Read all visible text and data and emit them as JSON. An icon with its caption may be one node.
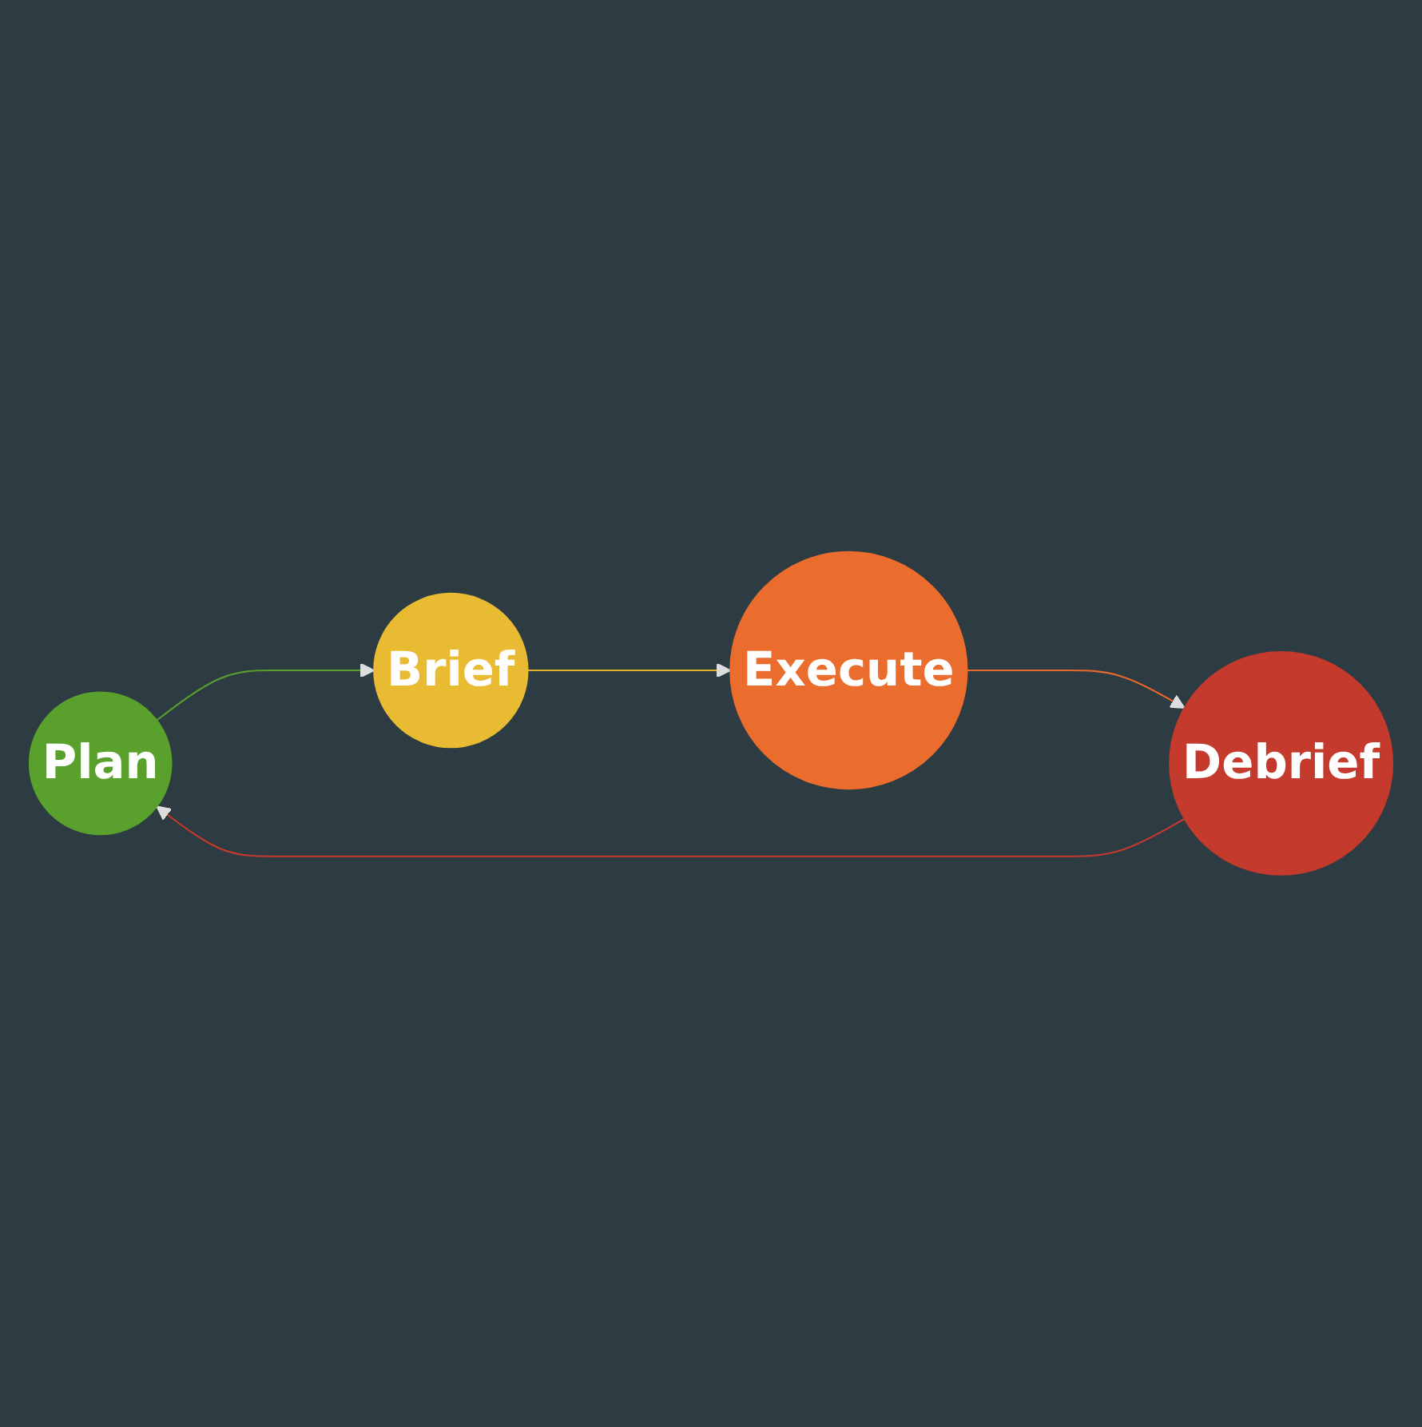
{
  "diagram": {
    "nodes": [
      {
        "text": [
          "Plan"
        ]
      },
      {
        "text": [
          "Brief"
        ]
      },
      {
        "text": [
          "Execute"
        ]
      },
      {
        "text": [
          "Debrief"
        ]
      }
    ],
    "edges": [
      {
        "from": 0,
        "to": 1,
        "arrow": "to",
        "color": "#5a9e2e"
      },
      {
        "from": 1,
        "to": 2,
        "arrow": "to",
        "color": "#e0b22c"
      },
      {
        "from": 2,
        "to": 3,
        "arrow": "to",
        "color": "#e8692e"
      },
      {
        "from": 3,
        "to": 0,
        "arrow": "to",
        "color": "#c8392d"
      }
    ]
  }
}
